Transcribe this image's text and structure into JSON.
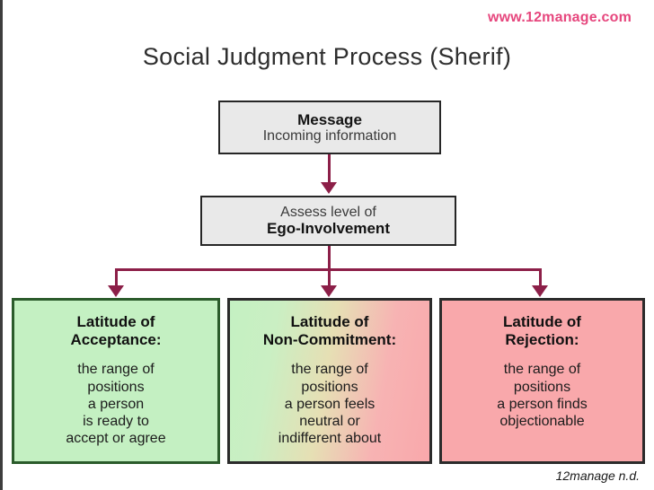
{
  "watermark": "www.12manage.com",
  "title": "Social Judgment Process (Sherif)",
  "nodes": {
    "message": {
      "heading": "Message",
      "subtitle": "Incoming information"
    },
    "ego": {
      "subtitle": "Assess level of",
      "heading": "Ego-Involvement"
    }
  },
  "outcomes": [
    {
      "heading_line1": "Latitude of",
      "heading_line2": "Acceptance:",
      "body_lines": [
        "the range of",
        "positions",
        "a person",
        "is ready to",
        "accept or agree"
      ],
      "fill_color": "#c4f0c2",
      "border_color": "#2b5b2b"
    },
    {
      "heading_line1": "Latitude of",
      "heading_line2": "Non-Commitment:",
      "body_lines": [
        "the range of",
        "positions",
        "a person feels",
        "neutral or",
        "indifferent about"
      ],
      "fill_color": "#c4f0c2 to #f9a8ab gradient",
      "border_color": "#2b2b2b"
    },
    {
      "heading_line1": "Latitude of",
      "heading_line2": "Rejection:",
      "body_lines": [
        "the range of",
        "positions",
        "a person finds",
        "objectionable"
      ],
      "fill_color": "#f9a8ab",
      "border_color": "#2b2b2b"
    }
  ],
  "connector_color": "#8c1f48",
  "footer": "12manage n.d."
}
